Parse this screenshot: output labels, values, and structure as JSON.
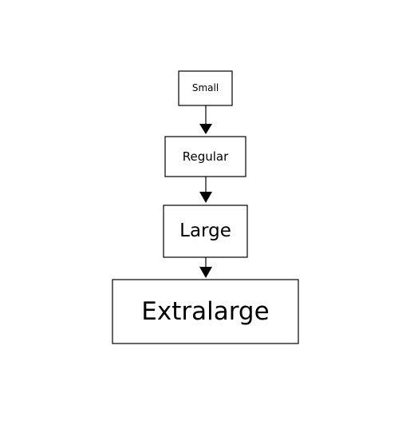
{
  "diagram": {
    "nodes": [
      {
        "id": "small",
        "label": "Small"
      },
      {
        "id": "regular",
        "label": "Regular"
      },
      {
        "id": "large",
        "label": "Large"
      },
      {
        "id": "extralarge",
        "label": "Extralarge"
      }
    ],
    "edges": [
      {
        "from": "small",
        "to": "regular"
      },
      {
        "from": "regular",
        "to": "large"
      },
      {
        "from": "large",
        "to": "extralarge"
      }
    ],
    "colors": {
      "stroke": "#000000",
      "fill": "#ffffff",
      "background": "#ffffff"
    }
  }
}
